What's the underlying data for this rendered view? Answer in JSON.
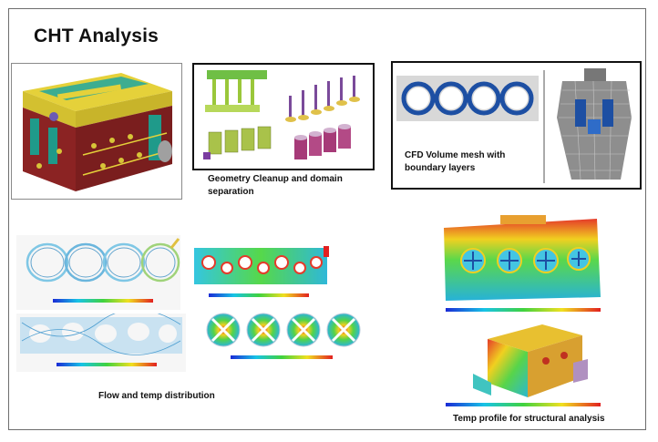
{
  "slide": {
    "title": "CHT Analysis",
    "captions": {
      "geometry": "Geometry Cleanup and domain separation",
      "cfd_mesh": "CFD Volume mesh with boundary layers",
      "flow_temp": "Flow and temp distribution",
      "temp_profile": "Temp profile for structural analysis"
    }
  },
  "colors": {
    "border": "#6d6d6d",
    "engine_red": "#8b2323",
    "engine_yellow": "#e5d13a",
    "engine_teal": "#1f9a8a",
    "mesh_blue": "#1d4fa3",
    "mesh_gray": "#9a9a9a"
  }
}
